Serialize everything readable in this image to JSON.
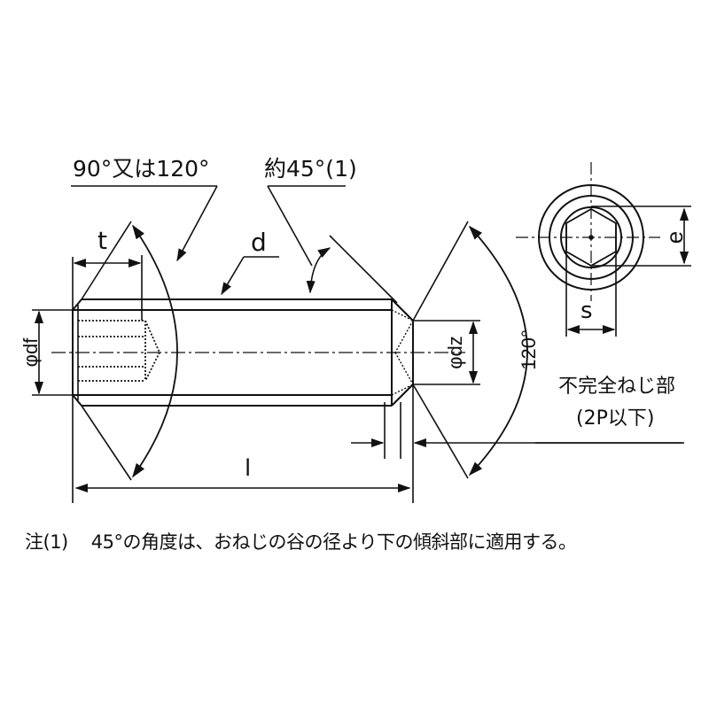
{
  "drawing": {
    "title": "Hexagon socket set screw with cone point",
    "labels": {
      "tip_angle": "90°又は120°",
      "chamfer_angle": "約45°(1)",
      "socket_depth": "t",
      "nominal_diameter": "d",
      "point_diameter": "φdz",
      "chamfer_diameter": "φdf",
      "cone_angle": "120°",
      "length": "l",
      "across_corners": "e",
      "across_flats": "s",
      "incomplete_thread_line1": "不完全ねじ部",
      "incomplete_thread_line2": "(2P以下)"
    },
    "note": {
      "marker": "注(1)",
      "text": "45°の角度は、おねじの谷の径より下の傾斜部に適用する。"
    },
    "colors": {
      "line": "#111111",
      "background": "#ffffff"
    }
  }
}
